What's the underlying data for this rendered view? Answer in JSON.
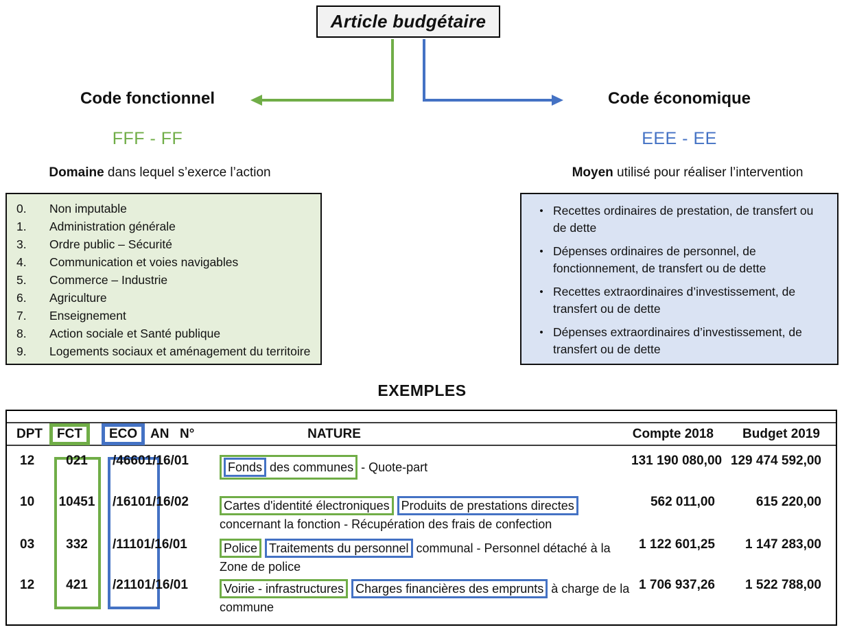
{
  "header": {
    "title": "Article budgétaire"
  },
  "functional": {
    "heading": "Code fonctionnel",
    "pattern": "FFF - FF",
    "subtitle_bold": "Domaine",
    "subtitle_rest": " dans lequel s’exerce l’action",
    "items": [
      {
        "num": "0.",
        "label": "Non imputable"
      },
      {
        "num": "1.",
        "label": "Administration générale"
      },
      {
        "num": "3.",
        "label": "Ordre public – Sécurité"
      },
      {
        "num": "4.",
        "label": "Communication et voies navigables"
      },
      {
        "num": "5.",
        "label": "Commerce – Industrie"
      },
      {
        "num": "6.",
        "label": "Agriculture"
      },
      {
        "num": "7.",
        "label": "Enseignement"
      },
      {
        "num": "8.",
        "label": "Action sociale et Santé publique"
      },
      {
        "num": "9.",
        "label": "Logements sociaux et aménagement du territoire"
      }
    ]
  },
  "economic": {
    "heading": "Code économique",
    "pattern": "EEE - EE",
    "subtitle_bold": "Moyen",
    "subtitle_rest": " utilisé pour réaliser l’intervention",
    "items": [
      "Recettes ordinaires de prestation, de transfert ou de dette",
      "Dépenses ordinaires de personnel, de fonctionnement, de transfert ou de dette",
      "Recettes extraordinaires d’investissement, de transfert ou de dette",
      "Dépenses extraordinaires d’investissement, de transfert ou de dette"
    ]
  },
  "examples": {
    "heading": "EXEMPLES",
    "table": {
      "headers": {
        "dpt": "DPT",
        "fct": "FCT",
        "eco": "ECO",
        "an": "AN",
        "no": "N°",
        "nature": "NATURE",
        "compte": "Compte 2018",
        "budget": "Budget 2019"
      },
      "rows": [
        {
          "dpt": "12",
          "fct": "021",
          "eco": "/46601",
          "an_no": "/16/01",
          "nature": [
            {
              "box": "green",
              "parts": [
                {
                  "box": "blue",
                  "text": "Fonds"
                },
                {
                  "text": " des communes"
                }
              ]
            },
            {
              "text": " - Quote-part"
            }
          ],
          "compte": "131 190 080,00",
          "budget": "129 474 592,00"
        },
        {
          "dpt": "10",
          "fct": "10451",
          "eco": "/16101",
          "an_no": "/16/02",
          "nature": [
            {
              "box": "green",
              "text": "Cartes d'identité électroniques"
            },
            {
              "text": " "
            },
            {
              "box": "blue",
              "text": "Produits de prestations directes"
            },
            {
              "text": " concernant la fonction - Récupération des frais de confection"
            }
          ],
          "compte": "562 011,00",
          "budget": "615 220,00"
        },
        {
          "dpt": "03",
          "fct": "332",
          "eco": "/11101",
          "an_no": "/16/01",
          "nature": [
            {
              "box": "green",
              "text": "Police"
            },
            {
              "text": " "
            },
            {
              "box": "blue",
              "text": "Traitements du personnel"
            },
            {
              "text": " communal - Personnel détaché à la Zone de police"
            }
          ],
          "compte": "1 122 601,25",
          "budget": "1 147 283,00"
        },
        {
          "dpt": "12",
          "fct": "421",
          "eco": "/21101",
          "an_no": "/16/01",
          "nature": [
            {
              "box": "green",
              "text": "Voirie - infrastructures"
            },
            {
              "text": " "
            },
            {
              "box": "blue",
              "text": "Charges financières des emprunts"
            },
            {
              "text": " à charge de la commune"
            }
          ],
          "compte": "1 706 937,26",
          "budget": "1 522 788,00"
        }
      ]
    }
  },
  "colors": {
    "green": "#70ad47",
    "blue": "#4472c4",
    "green_fill": "#e6efdb",
    "blue_fill": "#dae3f3",
    "title_fill": "#f2f2f2"
  }
}
